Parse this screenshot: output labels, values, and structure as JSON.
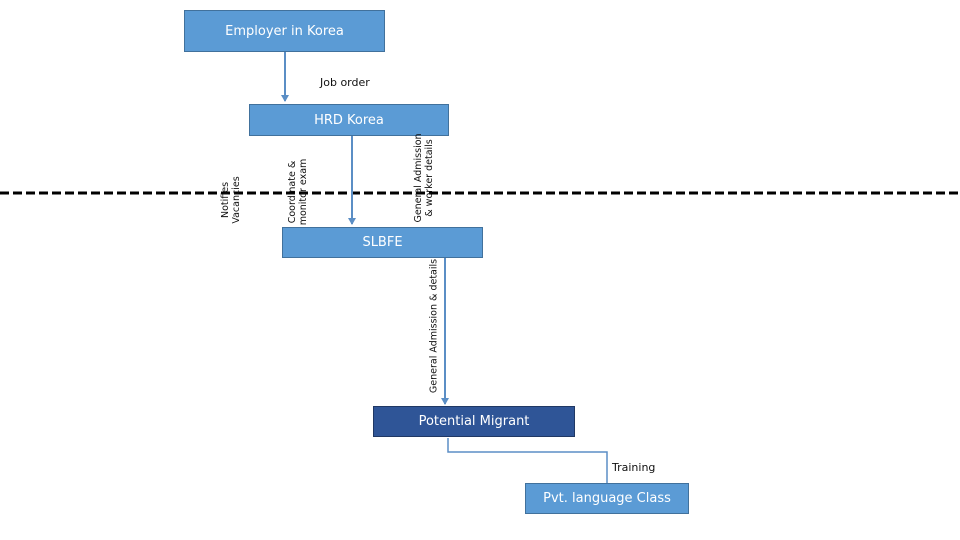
{
  "nodes": {
    "employer": "Employer in Korea",
    "hrd": "HRD Korea",
    "slbfe": "SLBFE",
    "migrant": "Potential Migrant",
    "language_class": "Pvt. language Class"
  },
  "edges": {
    "job_order": "Job order",
    "notifies_vacancies": [
      "Notifies",
      "Vacancies"
    ],
    "coordinate_exam": [
      "Coordinate &",
      "monitor exam"
    ],
    "general_admission_hrd": [
      "General Admission",
      "& worker details"
    ],
    "general_admission_slbfe": "General Admission & details",
    "training": "Training"
  },
  "colors": {
    "box_light": "#5b9bd5",
    "box_dark": "#2f5597",
    "connector": "#5b8ec5",
    "divider": "#000000"
  }
}
